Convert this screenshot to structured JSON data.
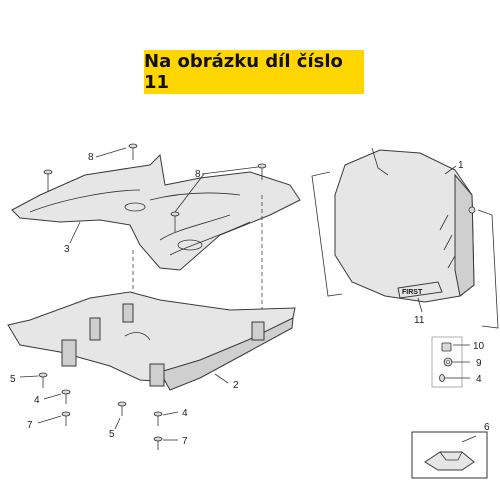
{
  "banner": {
    "text": "Na obrázku díl číslo 11"
  },
  "callouts": {
    "c1": "1",
    "c2": "2",
    "c3": "3",
    "c4a": "4",
    "c4b": "4",
    "c4c": "4",
    "c5a": "5",
    "c5b": "5",
    "c6": "6",
    "c7a": "7",
    "c7b": "7",
    "c8a": "8",
    "c8b": "8",
    "c9": "9",
    "c10": "10",
    "c11": "11"
  },
  "decal": {
    "text": "FIRST"
  },
  "colors": {
    "banner": "#ffd600",
    "part_fill": "#e6e6e6",
    "line": "#3a3a3a"
  }
}
